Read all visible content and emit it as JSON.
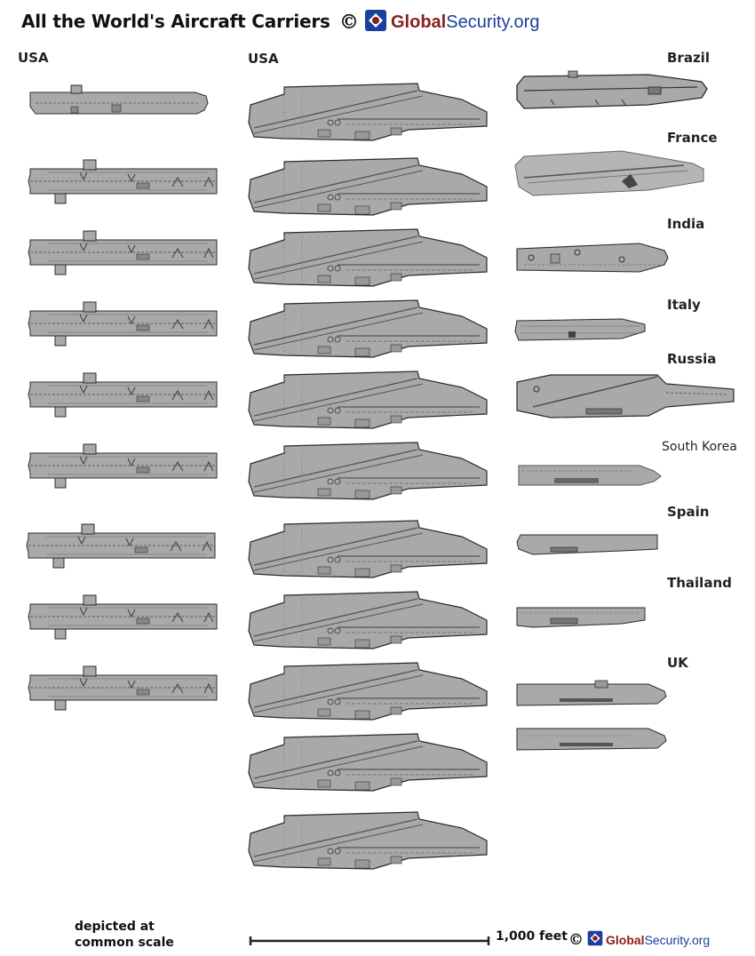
{
  "header": {
    "title": "All the World's Aircraft Carriers",
    "copyright_symbol": "©",
    "logo_part1": "Global",
    "logo_part2": "Security.org"
  },
  "columns": {
    "left_label": "USA",
    "middle_label": "USA"
  },
  "countries": [
    "Brazil",
    "France",
    "India",
    "Italy",
    "Russia",
    "South Korea",
    "Spain",
    "Thailand",
    "UK"
  ],
  "footer": {
    "scale_line1": "depicted at",
    "scale_line2": "common scale",
    "scale_label": "1,000 feet",
    "copyright_symbol": "©",
    "logo_part1": "Global",
    "logo_part2": "Security.org"
  },
  "colors": {
    "deck": "#a9a9a9",
    "deck_dark": "#8a8a8a",
    "outline": "#2b2b2b",
    "logo_red": "#8a1e1e",
    "logo_blue": "#1a3f9c"
  },
  "icons": {
    "logo": "globalsecurity-logo-icon",
    "copyright": "copyright-icon"
  }
}
